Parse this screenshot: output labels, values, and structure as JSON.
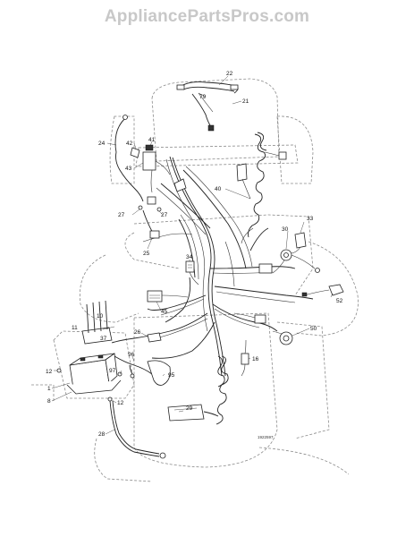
{
  "watermark": "AppliancePartsPros.com",
  "diagram_code": "1922597",
  "callouts": [
    {
      "id": "22",
      "label": "22"
    },
    {
      "id": "79",
      "label": "79"
    },
    {
      "id": "21",
      "label": "21"
    },
    {
      "id": "24",
      "label": "24"
    },
    {
      "id": "42",
      "label": "42"
    },
    {
      "id": "41",
      "label": "41"
    },
    {
      "id": "43",
      "label": "43"
    },
    {
      "id": "40",
      "label": "40"
    },
    {
      "id": "33",
      "label": "33"
    },
    {
      "id": "27a",
      "label": "27"
    },
    {
      "id": "27b",
      "label": "27"
    },
    {
      "id": "30",
      "label": "30"
    },
    {
      "id": "25",
      "label": "25"
    },
    {
      "id": "34",
      "label": "34"
    },
    {
      "id": "52",
      "label": "52"
    },
    {
      "id": "45",
      "label": "45"
    },
    {
      "id": "10",
      "label": "10"
    },
    {
      "id": "11",
      "label": "11"
    },
    {
      "id": "50",
      "label": "50"
    },
    {
      "id": "37",
      "label": "37"
    },
    {
      "id": "26",
      "label": "26"
    },
    {
      "id": "96",
      "label": "96"
    },
    {
      "id": "97",
      "label": "97"
    },
    {
      "id": "16",
      "label": "16"
    },
    {
      "id": "12a",
      "label": "12"
    },
    {
      "id": "95",
      "label": "95"
    },
    {
      "id": "1",
      "label": "1"
    },
    {
      "id": "8",
      "label": "8"
    },
    {
      "id": "12b",
      "label": "12"
    },
    {
      "id": "29",
      "label": "29"
    },
    {
      "id": "28",
      "label": "28"
    }
  ]
}
